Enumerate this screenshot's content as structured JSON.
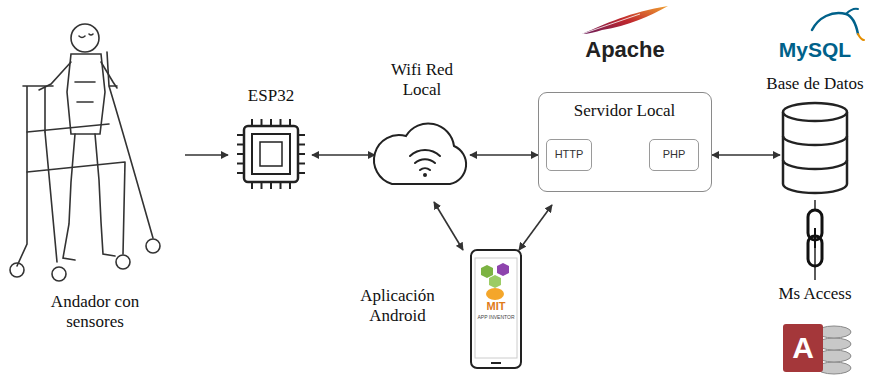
{
  "diagram": {
    "nodes": [
      {
        "text": [
          "Andador con sensores"
        ]
      },
      {
        "text": [
          "ESP32"
        ]
      },
      {
        "text": [
          "Wifi Red Local"
        ]
      },
      {
        "text": [
          "Servidor Local"
        ]
      },
      {
        "text": [
          "HTTP"
        ],
        "in": 3
      },
      {
        "text": [
          "PHP"
        ],
        "in": 3
      },
      {
        "text": [
          "Base de Datos"
        ]
      },
      {
        "text": [
          "Aplicación Android"
        ]
      },
      {
        "text": [
          "Ms Access"
        ]
      }
    ],
    "edges": [
      {
        "from": 0,
        "to": 1,
        "arrow": "to"
      },
      {
        "from": 1,
        "to": 2,
        "arrow": "both"
      },
      {
        "from": 2,
        "to": 3,
        "arrow": "both"
      },
      {
        "from": 4,
        "to": 5,
        "arrow": "both"
      },
      {
        "from": 3,
        "to": 6,
        "arrow": "both"
      },
      {
        "from": 2,
        "to": 7,
        "arrow": "both"
      },
      {
        "from": 3,
        "to": 7,
        "arrow": "both"
      },
      {
        "from": 6,
        "to": 8,
        "arrow": "none"
      }
    ],
    "labels": [
      "Apache",
      "MySQL",
      "MIT",
      "APP INVENTOR",
      "A"
    ]
  }
}
